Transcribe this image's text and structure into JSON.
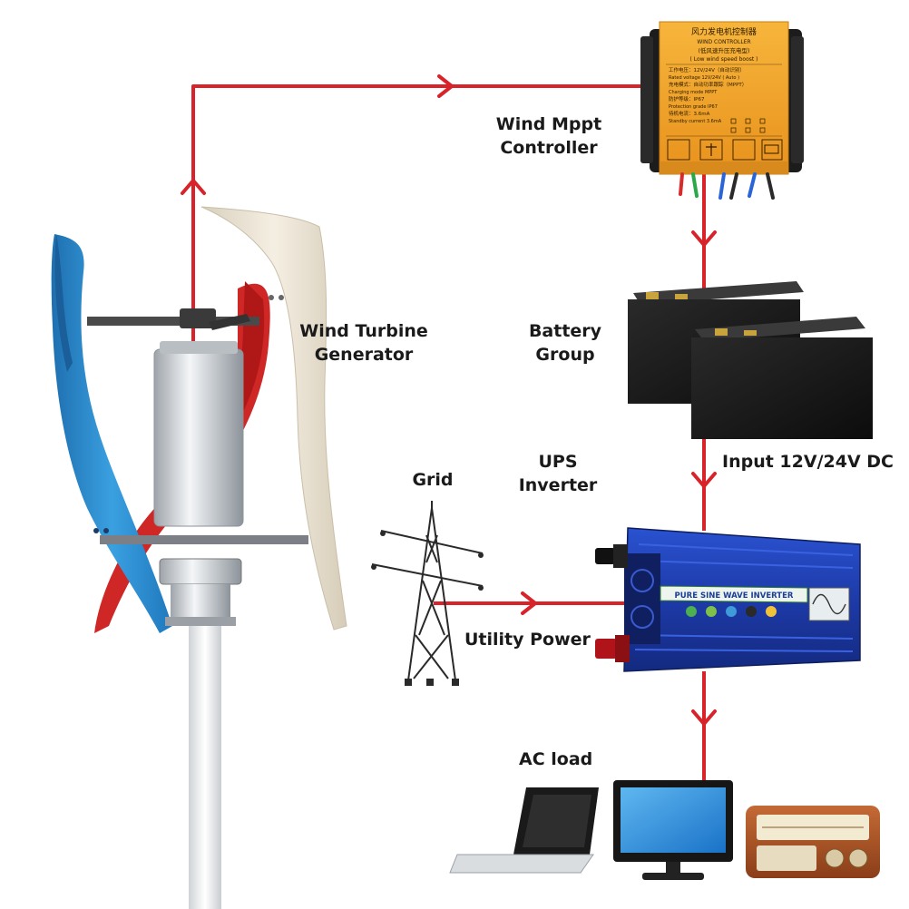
{
  "labels": {
    "wind_mppt_line1": "Wind Mppt",
    "wind_mppt_line2": "Controller",
    "turbine_line1": "Wind Turbine",
    "turbine_line2": "Generator",
    "battery_line1": "Battery",
    "battery_line2": "Group",
    "ups_line1": "UPS",
    "ups_line2": "Inverter",
    "input": "Input 12V/24V DC",
    "grid": "Grid",
    "utility": "Utility Power",
    "ac_load": "AC load"
  },
  "controller_plate": {
    "title_cn": "风力发电机控制器",
    "title_en": "WIND CONTROLLER",
    "subtitle_cn": "(低风速升压充电型)",
    "subtitle_en": "( Low wind speed boost )",
    "spec1": "工作电压：12V/24V（自动识别）",
    "spec2": "Rated voltage 12V/24V ( Auto )",
    "spec3": "充电模式：自动功率跟踪（MPPT）",
    "spec4": "Charging mode MPPT",
    "spec5": "防护等级：IP67",
    "spec6": "Protection grade IP67",
    "spec7": "待机电流：3.6mA",
    "spec8": "Standby current 3.6mA"
  },
  "inverter_banner": "PURE SINE WAVE INVERTER",
  "colors": {
    "flow_line": "#d8232a",
    "controller_body": "#f2a12a",
    "inverter_body": "#1f3fb0",
    "blade_blue": "#2f8fd0",
    "blade_red": "#d42a2a",
    "blade_white": "#efe6d6"
  }
}
